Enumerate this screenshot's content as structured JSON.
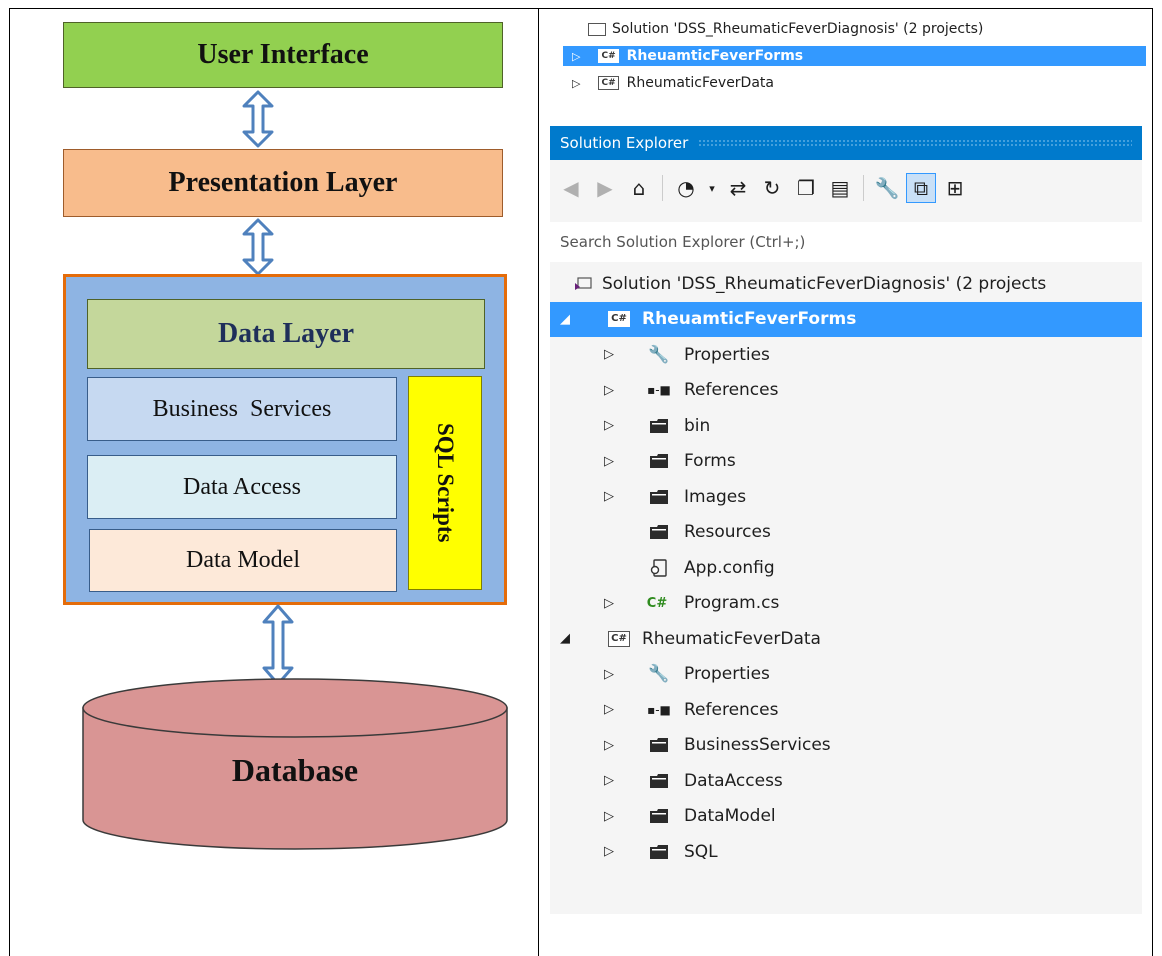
{
  "diagram": {
    "user_interface": "User Interface",
    "presentation_layer": "Presentation Layer",
    "data_layer": "Data Layer",
    "business_services": "Business  Services",
    "data_access": "Data Access",
    "data_model": "Data Model",
    "sql_scripts": "SQL Scripts",
    "database": "Database",
    "colors": {
      "user_interface": "#92d050",
      "presentation_layer": "#f8bc8c",
      "outer_container": "#8eb4e3",
      "outer_border": "#e46c0a",
      "data_layer": "#c4d79b",
      "business_services": "#c6d9f1",
      "data_access": "#dbeef4",
      "data_model": "#fde9d9",
      "sql_scripts": "#ffff00",
      "database": "#d99594",
      "arrow": "#4f81bd"
    }
  },
  "solution_top": {
    "solution": "Solution 'DSS_RheumaticFeverDiagnosis' (2 projects)",
    "project1": "RheuamticFeverForms",
    "project2": "RheumaticFeverData"
  },
  "solution_explorer": {
    "title": "Solution Explorer",
    "search_placeholder": "Search Solution Explorer (Ctrl+;)",
    "solution": "Solution 'DSS_RheumaticFeverDiagnosis' (2 projects",
    "project1": {
      "name": "RheuamticFeverForms",
      "items": [
        "Properties",
        "References",
        "bin",
        "Forms",
        "Images",
        "Resources",
        "App.config",
        "Program.cs"
      ]
    },
    "project2": {
      "name": "RheumaticFeverData",
      "items": [
        "Properties",
        "References",
        "BusinessServices",
        "DataAccess",
        "DataModel",
        "SQL"
      ]
    },
    "accent": "#007acc",
    "selection": "#3399ff"
  }
}
